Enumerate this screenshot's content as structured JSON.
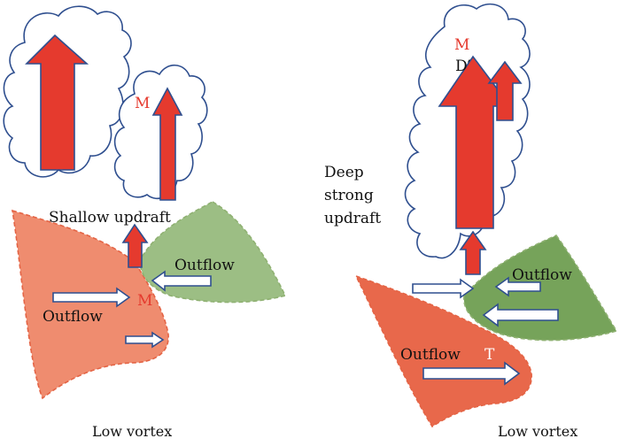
{
  "left": {
    "label_m_cloud": "M",
    "label_shallow": "Shallow updraft",
    "label_outflow_green": "Outflow",
    "label_m_junction": "M",
    "label_outflow_red": "Outflow",
    "label_vortex": "Low  vortex"
  },
  "right": {
    "label_m_top": "M",
    "label_d_prime": "D′",
    "label_deep_1": "Deep",
    "label_deep_2": "strong",
    "label_deep_3": "updraft",
    "label_outflow_green": "Outflow",
    "label_outflow_red": "Outflow",
    "label_t": "T",
    "label_vortex": "Low  vortex"
  },
  "colors": {
    "updraft_arrow": "#e53a2e",
    "arrow_stroke": "#2f4f8f",
    "cold_pool_red": "#ef7e62",
    "cold_pool_red_dark": "#e46445",
    "outflow_green_light": "#9cbe84",
    "outflow_green_dark": "#76a35a",
    "text_red": "#e53a2e"
  }
}
